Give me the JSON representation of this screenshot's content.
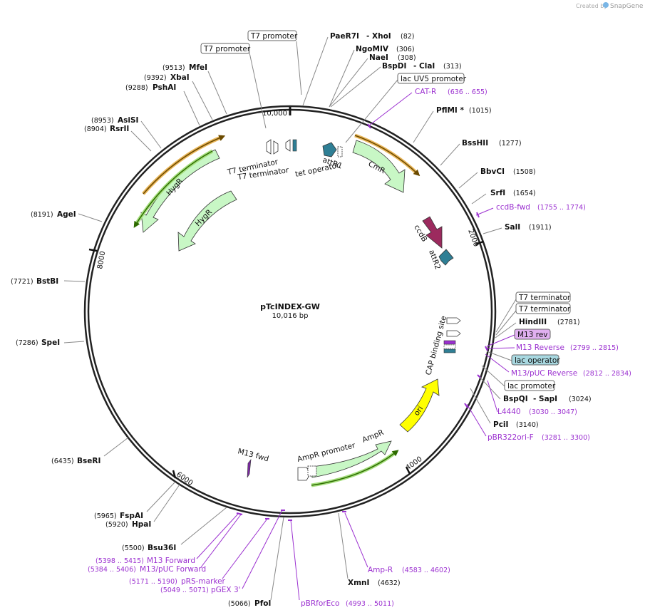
{
  "header": {
    "created_by": "Created by",
    "brand": "SnapGene"
  },
  "plasmid": {
    "name": "pTcINDEX-GW",
    "size": "10,016 bp"
  },
  "ticks": {
    "t2000": "2000",
    "t4000": "4000",
    "t6000": "6000",
    "t8000": "8000",
    "t10000": "10,000"
  },
  "enzymes": {
    "paer7i": "PaeR7I",
    "xhoi": "- XhoI",
    "paer7i_pos": "(82)",
    "ngomiv": "NgoMIV",
    "ngomiv_pos": "(306)",
    "naei": "NaeI",
    "naei_pos": "(308)",
    "bspdi": "BspDI",
    "clai": "- ClaI",
    "bspdi_pos": "(313)",
    "pflmi": "PflMI *",
    "pflmi_pos": "(1015)",
    "besshii": "BssHII",
    "besshii_pos": "(1277)",
    "bbvci": "BbvCI",
    "bbvci_pos": "(1508)",
    "srfi": "SrfI",
    "srfi_pos": "(1654)",
    "sali": "SalI",
    "sali_pos": "(1911)",
    "hindiii": "HindIII",
    "hindiii_pos": "(2781)",
    "bspqi": "BspQI",
    "sapi": "- SapI",
    "bspqi_pos": "(3024)",
    "pcii": "PciI",
    "pcii_pos": "(3140)",
    "xmni": "XmnI",
    "xmni_pos": "(4632)",
    "pfoi": "PfoI",
    "pfoi_pos": "(5066)",
    "bsu36i": "Bsu36I",
    "bsu36i_pos": "(5500)",
    "hpai": "HpaI",
    "hpai_pos": "(5920)",
    "fspai": "FspAI",
    "fspai_pos": "(5965)",
    "bseri": "BseRI",
    "bseri_pos": "(6435)",
    "spei": "SpeI",
    "spei_pos": "(7286)",
    "bstbi": "BstBI",
    "bstbi_pos": "(7721)",
    "agei": "AgeI",
    "agei_pos": "(8191)",
    "rsrii": "RsrII",
    "rsrii_pos": "(8904)",
    "asisi": "AsiSI",
    "asisi_pos": "(8953)",
    "pshai": "PshAI",
    "pshai_pos": "(9288)",
    "xbai": "XbaI",
    "xbai_pos": "(9392)",
    "mfei": "MfeI",
    "mfei_pos": "(9513)"
  },
  "primers": {
    "catr": "CAT-R",
    "catr_pos": "(636 .. 655)",
    "ccdbfwd": "ccdB-fwd",
    "ccdbfwd_pos": "(1755 .. 1774)",
    "m13reverse": "M13 Reverse",
    "m13reverse_pos": "(2799 .. 2815)",
    "m13pucrev": "M13/pUC Reverse",
    "m13pucrev_pos": "(2812 .. 2834)",
    "l4440": "L4440",
    "l4440_pos": "(3030 .. 3047)",
    "pbr322": "pBR322ori-F",
    "pbr322_pos": "(3281 .. 3300)",
    "ampr": "Amp-R",
    "ampr_pos": "(4583 .. 4602)",
    "pbrforeco": "pBRforEco",
    "pbrforeco_pos": "(4993 .. 5011)",
    "pgex3": "pGEX 3'",
    "pgex3_pos": "(5049 .. 5071)",
    "prsmarker": "pRS-marker",
    "prsmarker_pos": "(5171 .. 5190)",
    "m13pucfwd": "M13/pUC Forward",
    "m13pucfwd_pos": "(5384 .. 5406)",
    "m13forward": "M13 Forward",
    "m13forward_pos": "(5398 .. 5415)"
  },
  "boxes": {
    "t7prom1": "T7 promoter",
    "t7prom2": "T7 promoter",
    "lacuv5": "lac UV5 promoter",
    "t7term1": "T7 terminator",
    "t7term2": "T7 terminator",
    "m13rev": "M13 rev",
    "lacop": "lac operator",
    "lacprom": "lac promoter"
  },
  "features": {
    "cmr": "CmR",
    "ccdb": "ccdB",
    "attr1": "attR1",
    "attr2": "attR2",
    "tetop": "tet operator",
    "t7t_a": "T7 terminator",
    "t7t_b": "T7 terminator",
    "hygr1": "HygR",
    "hygr2": "HygR",
    "cap": "CAP binding site",
    "ori": "ori",
    "ampr": "AmpR",
    "amprprom": "AmpR promoter",
    "m13fwd": "M13 fwd"
  },
  "colors": {
    "primer": "#9b30d0",
    "feature_green": "#c8f7c5",
    "ori": "#ffff00",
    "ccdb": "#9c2a5e",
    "attr": "#2f7f95",
    "lacop_box": "#a8d8e0",
    "m13rev_box": "#e0b0f0"
  }
}
